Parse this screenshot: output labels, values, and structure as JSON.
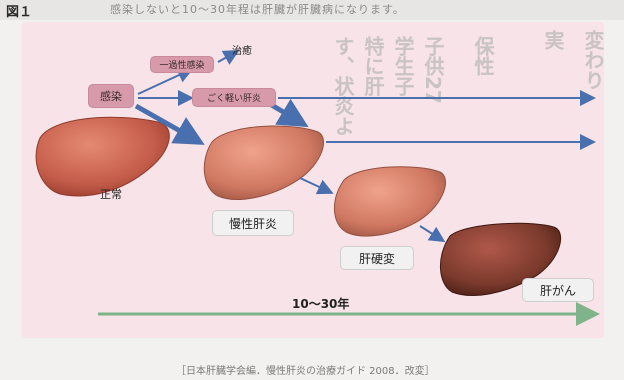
{
  "header": {
    "figure_label": "図１",
    "text": "感染しないと10〜30年程は肝臓が肝臓病になります。"
  },
  "background_text": {
    "col1": "す、状炎よ",
    "col2": "特に肝",
    "col3": "学生子",
    "col4": "子供27",
    "col5": "保性",
    "col6": "実",
    "col7": "変わり"
  },
  "flow": {
    "infection": "感染",
    "transient_infection": "一過性感染",
    "cure": "治癒",
    "mild_hepatitis": "ごく軽い肝炎",
    "normal": "正常",
    "chronic_hepatitis": "慢性肝炎",
    "cirrhosis": "肝硬変",
    "liver_cancer": "肝がん",
    "timeline": "10〜30年"
  },
  "source": "［日本肝臓学会編．慢性肝炎の治療ガイド 2008．改変］",
  "colors": {
    "panel": "#f7e3e8",
    "pill": "#d79aaa",
    "arrow_blue": "#4a6fae",
    "timeline_green": "#7fb48a",
    "liver_healthy": "#c45c4a",
    "liver_cancer": "#7a3a2c"
  }
}
